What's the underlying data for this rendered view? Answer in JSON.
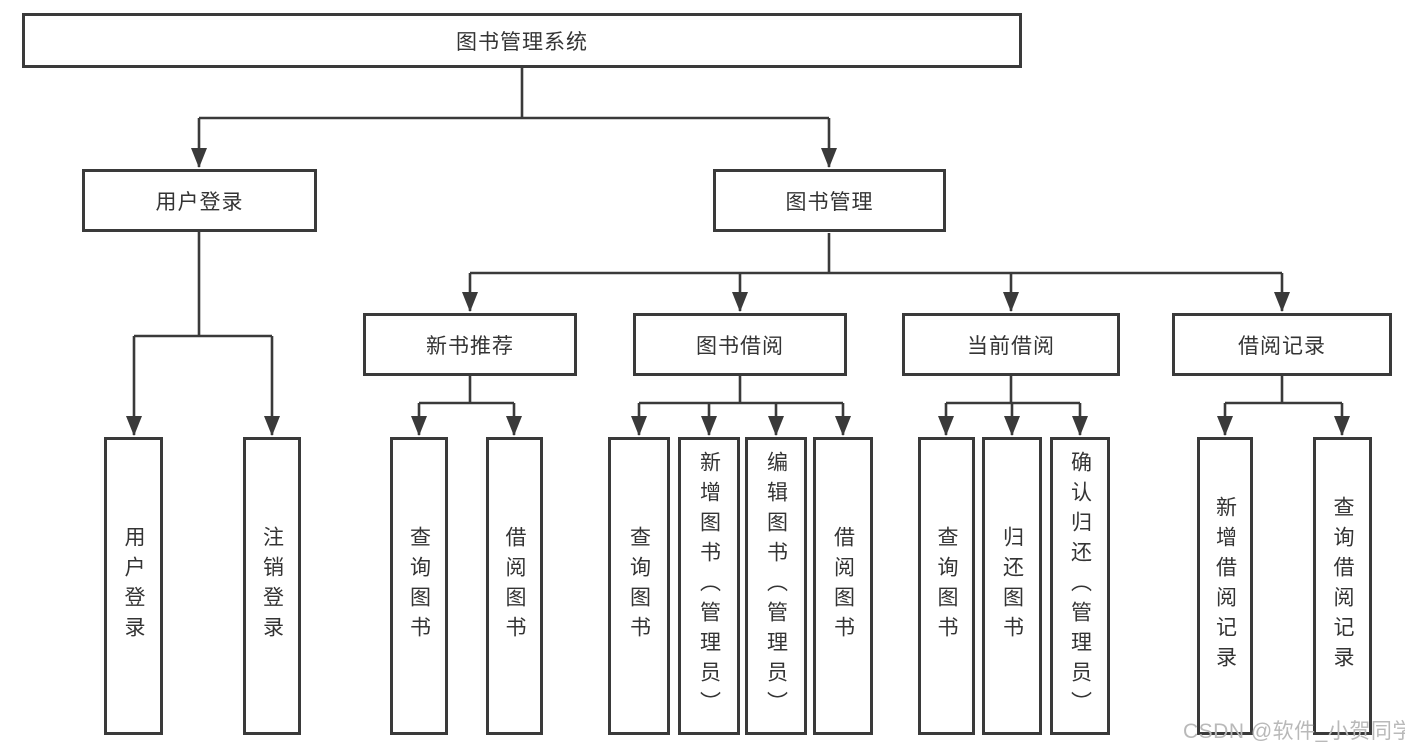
{
  "tree": {
    "label": "图书管理系统",
    "children": [
      {
        "label": "用户登录",
        "children": [
          {
            "label": "用户登录"
          },
          {
            "label": "注销登录"
          }
        ]
      },
      {
        "label": "图书管理",
        "children": [
          {
            "label": "新书推荐",
            "children": [
              {
                "label": "查询图书"
              },
              {
                "label": "借阅图书"
              }
            ]
          },
          {
            "label": "图书借阅",
            "children": [
              {
                "label": "查询图书"
              },
              {
                "label": "新增图书（管理员）"
              },
              {
                "label": "编辑图书（管理员）"
              },
              {
                "label": "借阅图书"
              }
            ]
          },
          {
            "label": "当前借阅",
            "children": [
              {
                "label": "查询图书"
              },
              {
                "label": "归还图书"
              },
              {
                "label": "确认归还（管理员）"
              }
            ]
          },
          {
            "label": "借阅记录",
            "children": [
              {
                "label": "新增借阅记录"
              },
              {
                "label": "查询借阅记录"
              }
            ]
          }
        ]
      }
    ]
  },
  "watermark": "CSDN @软件_小贺同学",
  "colors": {
    "line": "#3a3a3a",
    "text": "#343434",
    "watermark": "#b9b9b9",
    "background": "#ffffff"
  }
}
